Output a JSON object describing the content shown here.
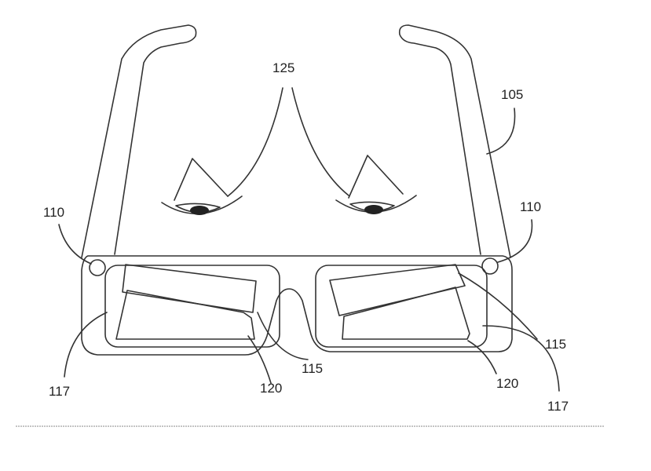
{
  "figure": {
    "labels": {
      "frame": "105",
      "sensor_left": "110",
      "sensor_right": "110",
      "film_left": "115",
      "film_right": "115",
      "filter_left": "120",
      "filter_right": "120",
      "lens_left": "117",
      "lens_right": "117",
      "eyes": "125"
    },
    "colors": {
      "line": "#333333",
      "sensor_fill": "#9a9a9a",
      "background": "#ffffff"
    }
  }
}
